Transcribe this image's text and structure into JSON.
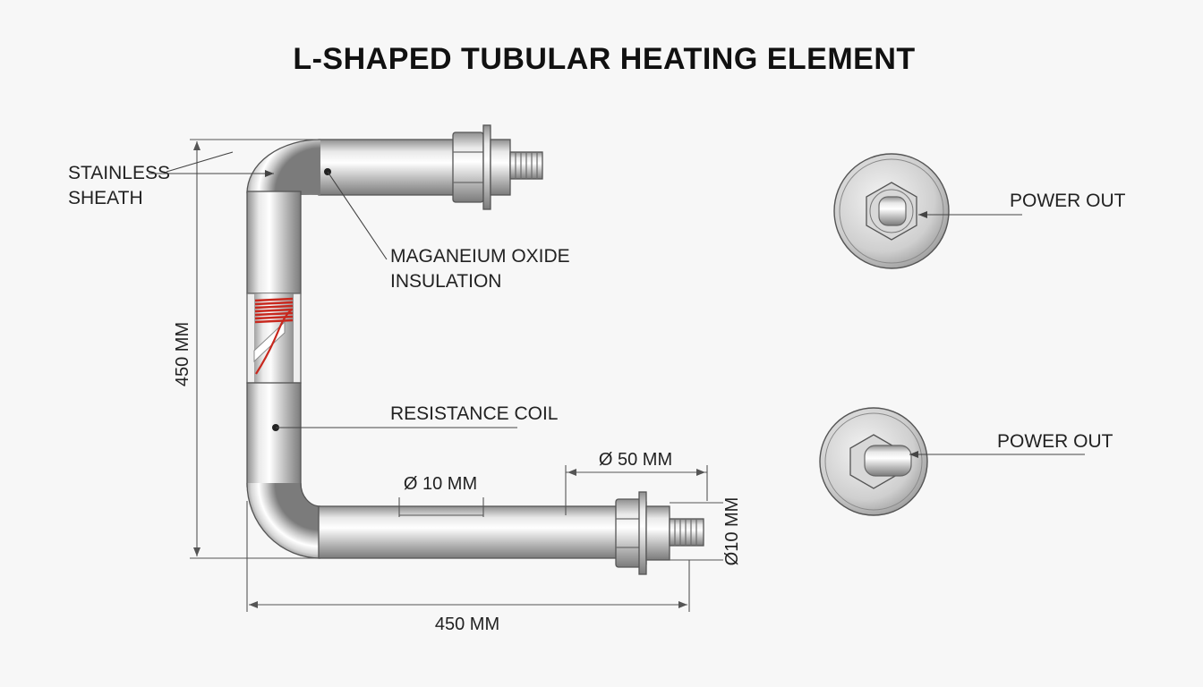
{
  "title": "L-SHAPED TUBULAR HEATING ELEMENT",
  "labels": {
    "sheath_line1": "STAINLESS",
    "sheath_line2": "SHEATH",
    "insulation_line1": "MAGANEIUM OXIDE",
    "insulation_line2": "INSULATION",
    "coil": "RESISTANCE COIL",
    "power_out_1": "POWER OUT",
    "power_out_2": "POWER OUT"
  },
  "dimensions": {
    "height": "450 MM",
    "width": "450 MM",
    "tube_diameter": "Ø 10 MM",
    "terminal_length": "Ø 50 MM",
    "thread_diameter": "Ø10 MM"
  },
  "colors": {
    "sheath": "#c9c9c9",
    "coil": "#c8281e",
    "line": "#444444"
  }
}
